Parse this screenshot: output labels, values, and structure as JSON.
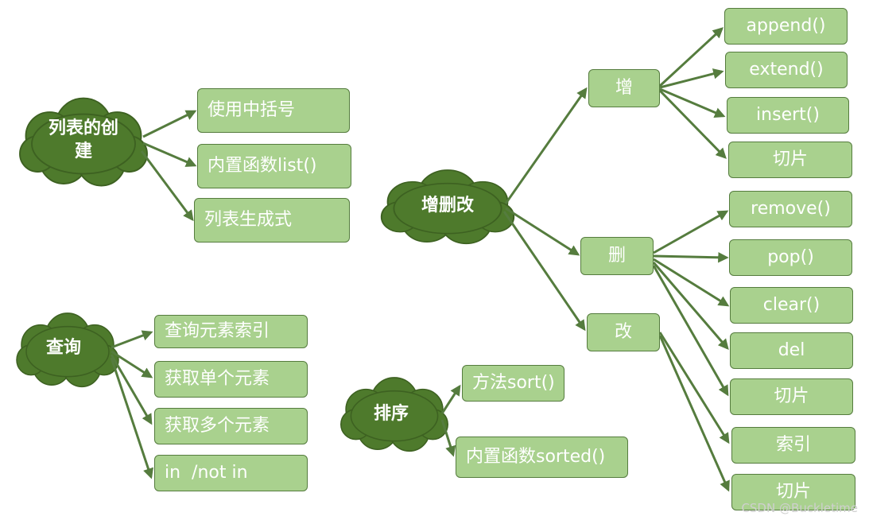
{
  "clouds": {
    "create": "列表的创建",
    "crud": "增删改",
    "query": "查询",
    "sort": "排序"
  },
  "create_items": [
    "使用中括号",
    "内置函数list()",
    "列表生成式"
  ],
  "crud_groups": {
    "add": "增",
    "delete": "删",
    "modify": "改"
  },
  "add_items": [
    "append()",
    "extend()",
    "insert()",
    "切片"
  ],
  "delete_items": [
    "remove()",
    "pop()",
    "clear()",
    "del",
    "切片"
  ],
  "modify_items": [
    "索引",
    "切片"
  ],
  "query_items": [
    "查询元素索引",
    "获取单个元素",
    "获取多个元素",
    "in  /not in"
  ],
  "sort_items": [
    "方法sort()",
    "内置函数sorted()"
  ],
  "watermark": "CSDN @Buckletime",
  "colors": {
    "cloud": "#4e7a2c",
    "box": "#a9d18e",
    "arrow": "#557c3e"
  }
}
